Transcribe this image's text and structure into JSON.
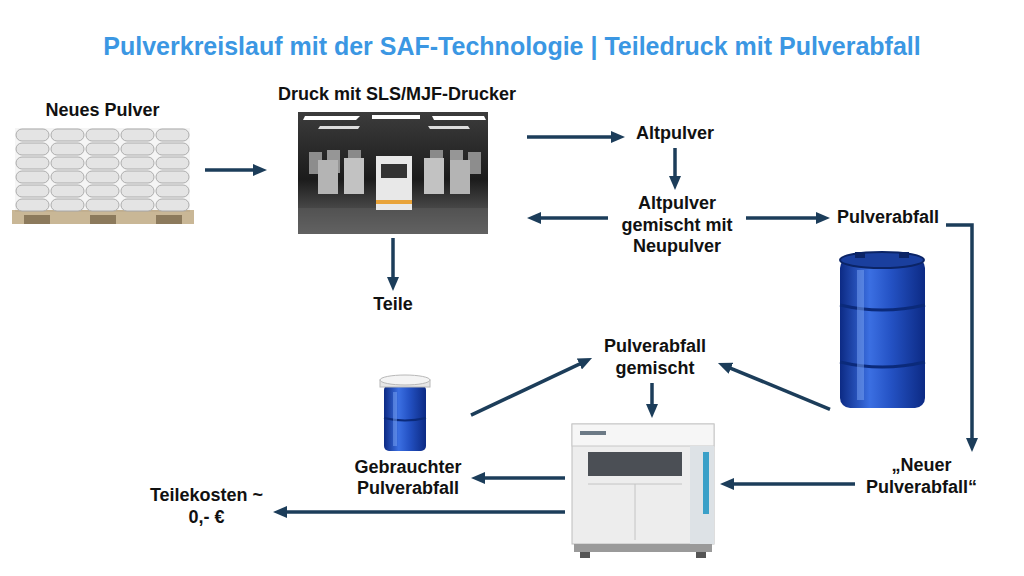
{
  "diagram": {
    "title": "Pulverkreislauf mit der SAF-Technologie | Teiledruck mit Pulverabfall",
    "nodes": [
      {
        "text": [
          "Neues Pulver"
        ]
      },
      {
        "text": [
          "Druck mit SLS/MJF-Drucker"
        ]
      },
      {
        "text": [
          "Altpulver"
        ]
      },
      {
        "text": [
          "Altpulver gemischt mit Neupulver"
        ]
      },
      {
        "text": [
          "Pulverabfall"
        ]
      },
      {
        "text": [
          "Teile"
        ]
      },
      {
        "text": [
          "Pulverabfall gemischt"
        ]
      },
      {
        "text": [
          "Gebrauchter Pulverabfall"
        ]
      },
      {
        "text": []
      },
      {
        "text": [
          "„Neuer Pulverabfall“"
        ]
      },
      {
        "text": [
          "Teilekosten ~ 0,- €"
        ]
      }
    ],
    "edges": [
      {
        "from": 0,
        "to": 1,
        "arrow": "to"
      },
      {
        "from": 1,
        "to": 2,
        "arrow": "to"
      },
      {
        "from": 2,
        "to": 3,
        "arrow": "to"
      },
      {
        "from": 3,
        "to": 1,
        "arrow": "to"
      },
      {
        "from": 3,
        "to": 4,
        "arrow": "to"
      },
      {
        "from": 1,
        "to": 5,
        "arrow": "to"
      },
      {
        "from": 4,
        "to": 9,
        "arrow": "to"
      },
      {
        "from": 4,
        "to": 6,
        "arrow": "to"
      },
      {
        "from": 9,
        "to": 8,
        "arrow": "to"
      },
      {
        "from": 6,
        "to": 8,
        "arrow": "to"
      },
      {
        "from": 7,
        "to": 6,
        "arrow": "to"
      },
      {
        "from": 8,
        "to": 7,
        "arrow": "to"
      },
      {
        "from": 8,
        "to": 10,
        "arrow": "to"
      }
    ]
  }
}
